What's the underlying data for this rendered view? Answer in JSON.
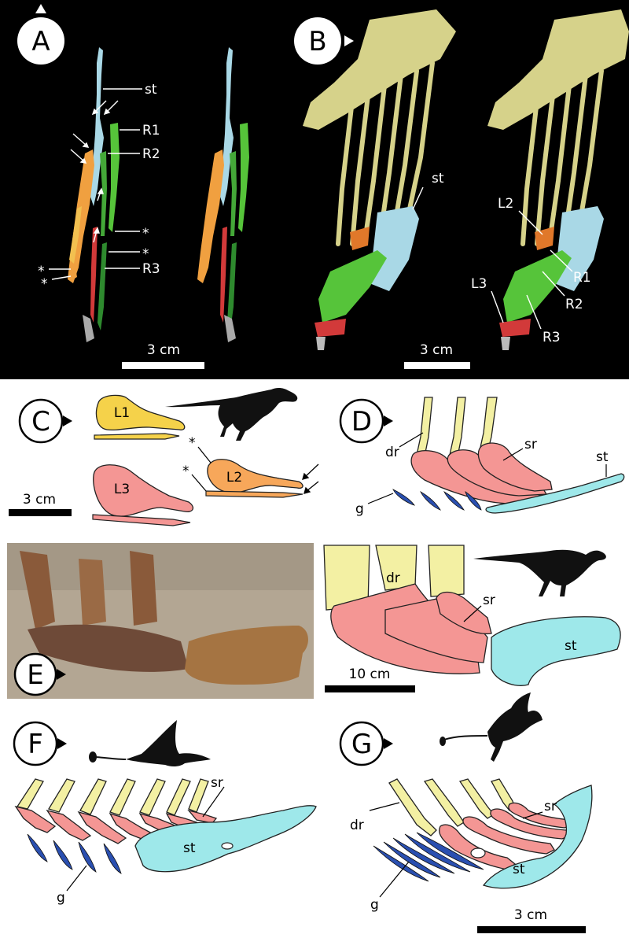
{
  "panels": {
    "A": {
      "letter": "A",
      "labels": {
        "st": "st",
        "R1": "R1",
        "R2": "R2",
        "R3": "R3",
        "ast1": "*",
        "ast2": "*",
        "ast3": "*",
        "ast4": "*"
      },
      "scale": "3 cm"
    },
    "B": {
      "letter": "B",
      "labels": {
        "st": "st",
        "L2": "L2",
        "L3": "L3",
        "R1": "R1",
        "R2": "R2",
        "R3": "R3"
      },
      "scale": "3 cm"
    },
    "C": {
      "letter": "C",
      "labels": {
        "L1": "L1",
        "L2": "L2",
        "L3": "L3",
        "ast1": "*",
        "ast2": "*"
      },
      "scale": "3 cm"
    },
    "D": {
      "letter": "D",
      "labels": {
        "dr": "dr",
        "sr": "sr",
        "st": "st",
        "g": "g"
      }
    },
    "E": {
      "letter": "E",
      "labels": {
        "dr": "dr",
        "sr": "sr",
        "st": "st"
      },
      "scale": "10 cm"
    },
    "F": {
      "letter": "F",
      "labels": {
        "sr": "sr",
        "st": "st",
        "g": "g"
      }
    },
    "G": {
      "letter": "G",
      "labels": {
        "dr": "dr",
        "sr": "sr",
        "st": "st",
        "g": "g"
      },
      "scale": "3 cm"
    }
  },
  "colors": {
    "background_top": "#000000",
    "dorsal_rib": "#f3f0a3",
    "sternal_rib": "#f49694",
    "sternum": "#9ee8ea",
    "gastralia": "#2a4fb0",
    "left_rib_orange": "#f0a040",
    "right_rib_green": "#56c43a",
    "sternal_rib_red": "#d23a3a",
    "sternum_ct": "#a9d8e6",
    "vertebrae": "#d6d28a"
  }
}
